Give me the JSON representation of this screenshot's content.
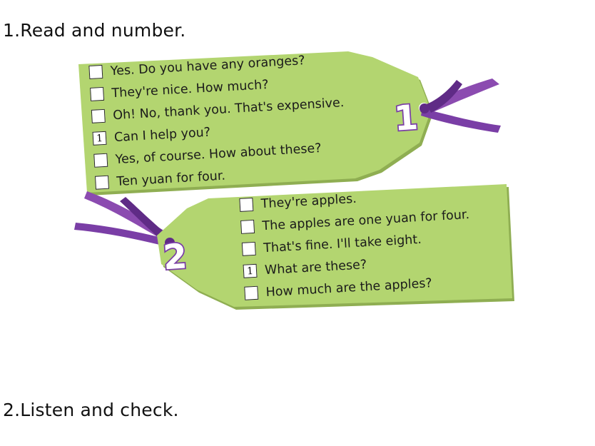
{
  "section1": {
    "heading": "1.Read and number."
  },
  "section2": {
    "heading": "2.Listen and check."
  },
  "tag1": {
    "number": "1",
    "items": [
      {
        "box": "",
        "text": "Yes. Do you have any oranges?"
      },
      {
        "box": "",
        "text": "They're nice. How much?"
      },
      {
        "box": "",
        "text": "Oh! No, thank you. That's expensive."
      },
      {
        "box": "1",
        "text": "Can I help you?"
      },
      {
        "box": "",
        "text": "Yes, of course. How about these?"
      },
      {
        "box": "",
        "text": "Ten yuan for four."
      }
    ]
  },
  "tag2": {
    "number": "2",
    "items": [
      {
        "box": "",
        "text": "They're apples."
      },
      {
        "box": "",
        "text": "The apples are one yuan for four."
      },
      {
        "box": "",
        "text": "That's fine. I'll take eight."
      },
      {
        "box": "1",
        "text": "What are these?"
      },
      {
        "box": "",
        "text": "How much are the apples?"
      }
    ]
  },
  "colors": {
    "tag_fill": "#b3d570",
    "tag_shadow": "#8fae52",
    "ribbon": "#8b4bb0",
    "ribbon_dark": "#5f2b86",
    "number_fill": "#ffffff",
    "number_stroke": "#7a3ea6"
  }
}
